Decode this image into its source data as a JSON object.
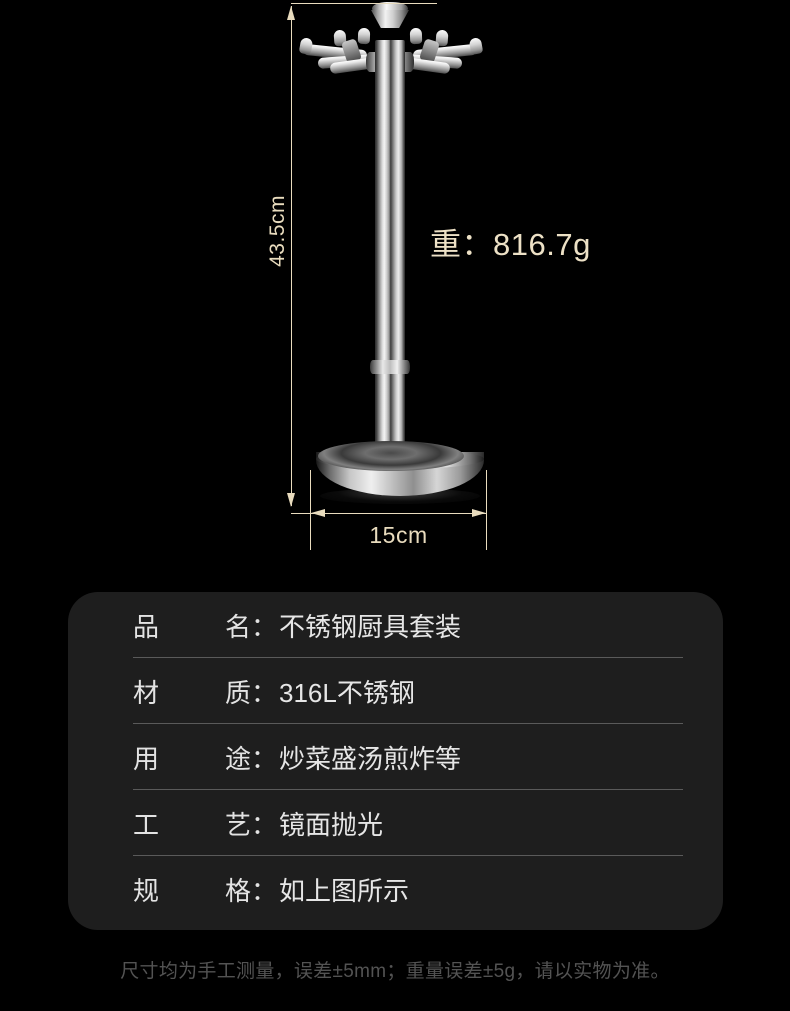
{
  "product": {
    "alt_name": "stainless-steel-kitchen-utensil-holder-stand",
    "dimensions": {
      "height_label": "43.5cm",
      "width_label": "15cm"
    },
    "weight_label": "重：816.7g"
  },
  "spec_card": {
    "rows": [
      {
        "label_1": "品",
        "label_2": "名",
        "colon": "：",
        "value": "不锈钢厨具套装"
      },
      {
        "label_1": "材",
        "label_2": "质",
        "colon": "：",
        "value": "316L不锈钢"
      },
      {
        "label_1": "用",
        "label_2": "途",
        "colon": "：",
        "value": "炒菜盛汤煎炸等"
      },
      {
        "label_1": "工",
        "label_2": "艺",
        "colon": "：",
        "value": "镜面抛光"
      },
      {
        "label_1": "规",
        "label_2": "格",
        "colon": "：",
        "value": "如上图所示"
      }
    ]
  },
  "footer": {
    "disclaimer": "尺寸均为手工测量，误差±5mm；重量误差±5g，请以实物为准。"
  },
  "colors": {
    "page_background": "#000000",
    "card_background": "#1e1e1e",
    "dimension_line": "#e9dcbe",
    "spec_text": "#e3e3e3",
    "footer_text": "#535353"
  }
}
